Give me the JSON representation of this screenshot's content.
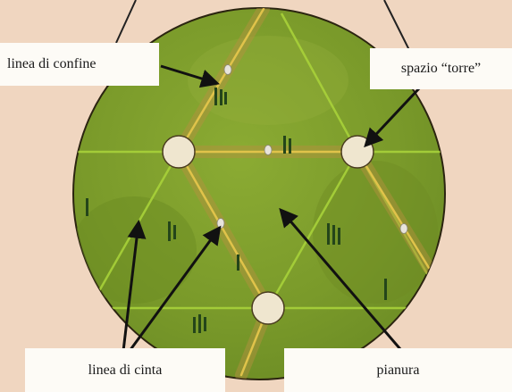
{
  "board": {
    "colors": {
      "background": "#f0d6c0",
      "grass": "#7f9e2c",
      "border_line": "#c9a14a",
      "enclosure_line": "#a8d23a",
      "tower_space": "#efe6cf",
      "outline": "#2b2410"
    },
    "icons": [
      "tower-space-icon",
      "white-stone-icon",
      "tree-cluster-icon"
    ]
  },
  "labels": {
    "boundary_line": "linea di confine",
    "tower_space": "spazio “torre”",
    "enclosure_line": "linea di cinta",
    "plain": "pianura"
  }
}
